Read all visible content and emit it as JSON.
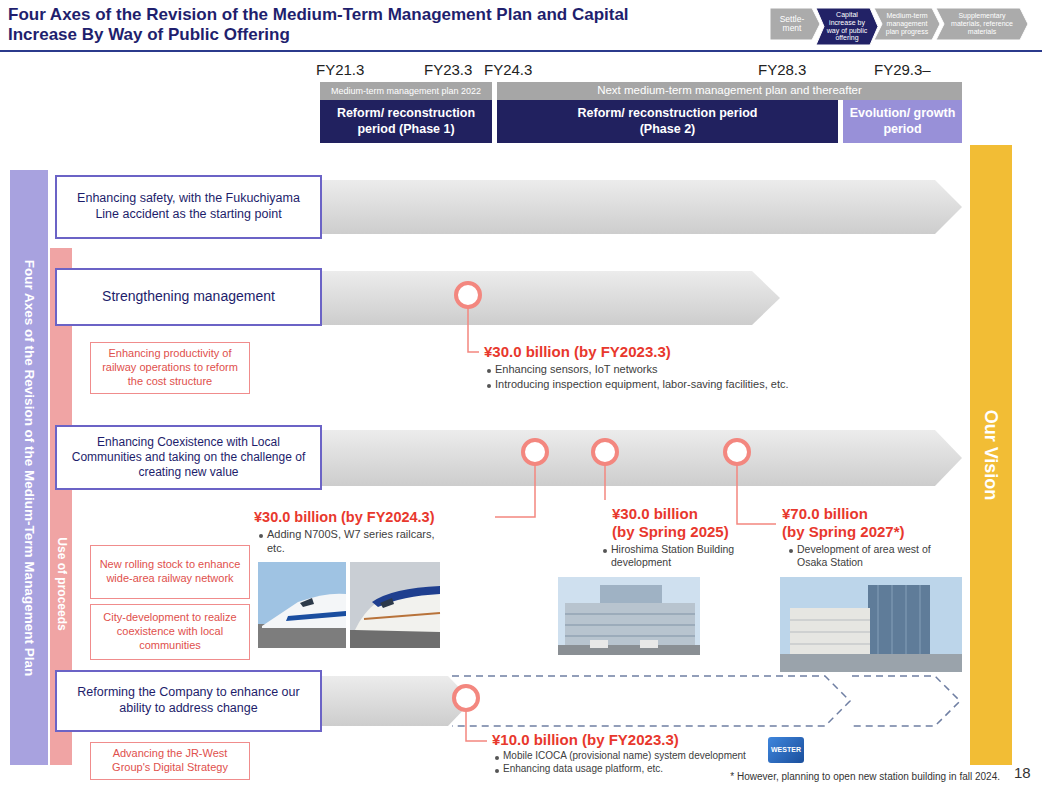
{
  "diagram": {
    "title": "Four Axes of the Revision of the Medium-Term Management Plan and Capital Increase By Way of Public Offering",
    "nodes": [
      {
        "text": [
          "Settle- ment"
        ]
      },
      {
        "text": [
          "Capital increase by way of public offering"
        ]
      },
      {
        "text": [
          "Medium-term management plan progress"
        ]
      },
      {
        "text": [
          "Supplementary materials, reference materials"
        ]
      },
      {
        "text": [
          "Medium-term management plan 2022"
        ]
      },
      {
        "text": [
          "Next medium-term management plan and thereafter"
        ]
      },
      {
        "text": [
          "Reform/ reconstruction period (Phase 1)"
        ]
      },
      {
        "text": [
          "Reform/ reconstruction period (Phase 2)"
        ]
      },
      {
        "text": [
          "Evolution/ growth period"
        ]
      },
      {
        "text": [
          "Four Axes of the Revision of the Medium-Term Management Plan"
        ]
      },
      {
        "text": [
          "Enhancing safety, with the Fukuchiyama Line accident as the starting point"
        ]
      },
      {
        "text": [
          "Strengthening management"
        ]
      },
      {
        "text": [
          "Enhancing productivity of railway operations to reform the cost structure"
        ]
      },
      {
        "text": [
          "Enhancing Coexistence with Local Communities and taking on the challenge of creating new value"
        ]
      },
      {
        "text": [
          "Use of proceeds"
        ]
      },
      {
        "text": [
          "New rolling stock to enhance wide-area railway network"
        ]
      },
      {
        "text": [
          "City-development to realize coexistence with local communities"
        ]
      },
      {
        "text": [
          "Reforming the Company to enhance our ability to address change"
        ]
      },
      {
        "text": [
          "Advancing the JR-West Group's Digital Strategy"
        ]
      },
      {
        "text": [
          "Our Vision"
        ]
      }
    ],
    "labels": [
      "FY21.3",
      "FY23.3",
      "FY24.3",
      "FY28.3",
      "FY29.3–",
      "¥30.0 billion (by FY2023.3)",
      "Enhancing sensors, IoT networks",
      "Introducing inspection equipment, labor-saving facilities, etc.",
      "¥30.0 billion (by FY2024.3)",
      "Adding N700S, W7 series railcars, etc.",
      "¥30.0 billion",
      "(by Spring 2025)",
      "Hiroshima Station Building development",
      "¥70.0 billion",
      "(by Spring 2027*)",
      "Development of area west of Osaka Station",
      "¥10.0 billion (by FY2023.3)",
      "Mobile ICOCA (provisional name) system development",
      "WESTER",
      "Enhancing data usage platform, etc.",
      "* However, planning to open new station building in fall 2024.",
      "18"
    ]
  }
}
